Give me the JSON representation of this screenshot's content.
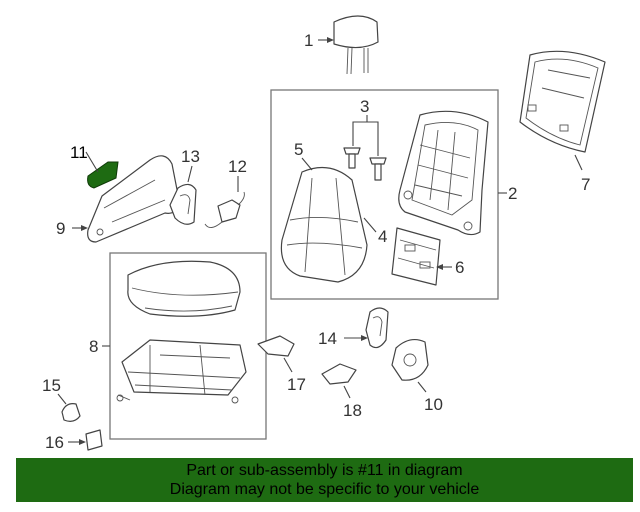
{
  "callouts": {
    "c1": "1",
    "c2": "2",
    "c3": "3",
    "c4": "4",
    "c5": "5",
    "c6": "6",
    "c7": "7",
    "c8": "8",
    "c9": "9",
    "c10": "10",
    "c11": "11",
    "c12": "12",
    "c13": "13",
    "c14": "14",
    "c15": "15",
    "c16": "16",
    "c17": "17",
    "c18": "18"
  },
  "banner": {
    "line1": "Part or sub-assembly is #11 in diagram",
    "line2": "Diagram may not be specific to your vehicle"
  },
  "colors": {
    "highlight": "#1e6b12",
    "banner_bg": "#1e6b12"
  }
}
